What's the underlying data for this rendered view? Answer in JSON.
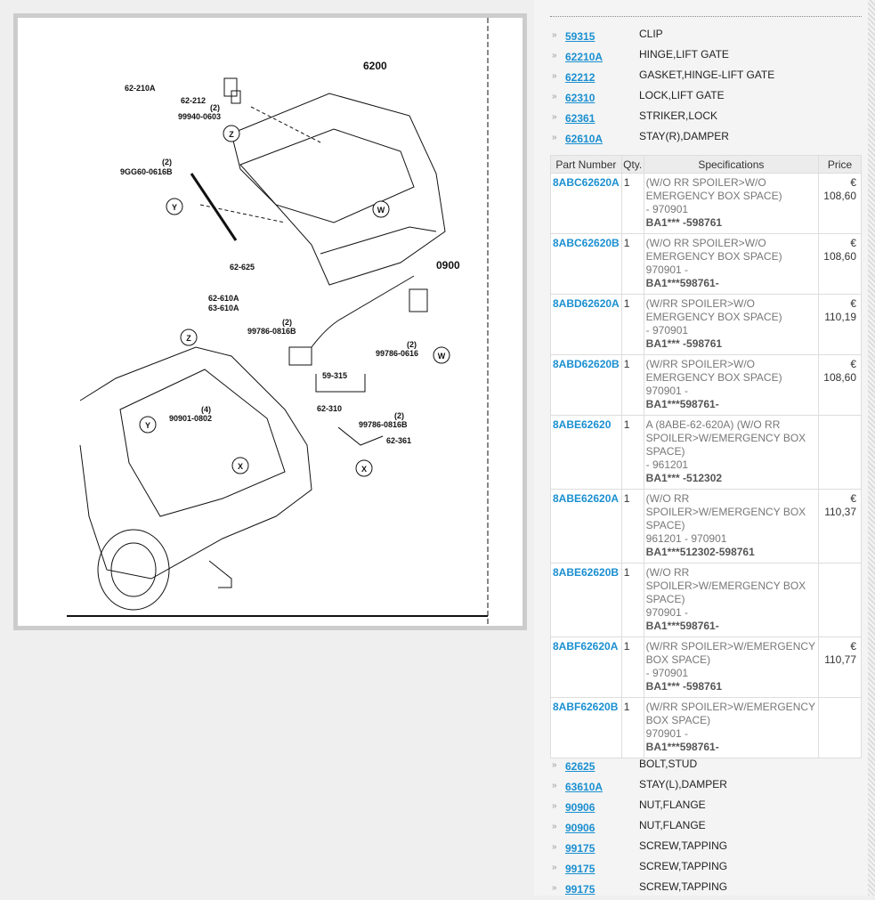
{
  "diagram": {
    "callouts": [
      "62-210A",
      "62-212",
      "99940-0603",
      "(2)",
      "6200",
      "9GG60-0616B",
      "(2)",
      "62-625",
      "62-610A",
      "63-610A",
      "0900",
      "99786-0816B",
      "(2)",
      "59-315",
      "62-310",
      "99786-0616",
      "(2)",
      "90901-0802",
      "(4)",
      "99786-0816B",
      "(2)",
      "62-361"
    ],
    "circles": [
      "Z",
      "Y",
      "W",
      "W",
      "Z",
      "Y",
      "X",
      "X"
    ]
  },
  "parts_top": [
    {
      "num": "59315",
      "desc": "CLIP"
    },
    {
      "num": "62210A",
      "desc": "HINGE,LIFT GATE"
    },
    {
      "num": "62212",
      "desc": "GASKET,HINGE-LIFT GATE"
    },
    {
      "num": "62310",
      "desc": "LOCK,LIFT GATE"
    },
    {
      "num": "62361",
      "desc": "STRIKER,LOCK"
    },
    {
      "num": "62610A",
      "desc": "STAY(R),DAMPER"
    }
  ],
  "table": {
    "headers": [
      "Part Number",
      "Qty.",
      "Specifications",
      "Price"
    ],
    "rows": [
      {
        "pn": "8ABC62620A",
        "qty": "1",
        "spec": "(W/O RR SPOILER>W/O EMERGENCY BOX SPACE)",
        "date": "- 970901",
        "serial": "BA1*** -598761",
        "cur": "€",
        "price": "108,60"
      },
      {
        "pn": "8ABC62620B",
        "qty": "1",
        "spec": "(W/O RR SPOILER>W/O EMERGENCY BOX SPACE)",
        "date": "970901 -",
        "serial": "BA1***598761-",
        "cur": "€",
        "price": "108,60"
      },
      {
        "pn": "8ABD62620A",
        "qty": "1",
        "spec": "(W/RR SPOILER>W/O EMERGENCY BOX SPACE)",
        "date": "- 970901",
        "serial": "BA1*** -598761",
        "cur": "€",
        "price": "110,19"
      },
      {
        "pn": "8ABD62620B",
        "qty": "1",
        "spec": "(W/RR SPOILER>W/O EMERGENCY BOX SPACE)",
        "date": "970901 -",
        "serial": "BA1***598761-",
        "cur": "€",
        "price": "108,60"
      },
      {
        "pn": "8ABE62620",
        "qty": "1",
        "spec": "A (8ABE-62-620A) (W/O RR SPOILER>W/EMERGENCY BOX SPACE)",
        "date": "- 961201",
        "serial": "BA1*** -512302",
        "cur": "",
        "price": ""
      },
      {
        "pn": "8ABE62620A",
        "qty": "1",
        "spec": "(W/O RR SPOILER>W/EMERGENCY BOX SPACE)",
        "date": "961201 - 970901",
        "serial": "BA1***512302-598761",
        "cur": "€",
        "price": "110,37"
      },
      {
        "pn": "8ABE62620B",
        "qty": "1",
        "spec": "(W/O RR SPOILER>W/EMERGENCY BOX SPACE)",
        "date": "970901 -",
        "serial": "BA1***598761-",
        "cur": "",
        "price": ""
      },
      {
        "pn": "8ABF62620A",
        "qty": "1",
        "spec": "(W/RR SPOILER>W/EMERGENCY BOX SPACE)",
        "date": "- 970901",
        "serial": "BA1*** -598761",
        "cur": "€",
        "price": "110,77"
      },
      {
        "pn": "8ABF62620B",
        "qty": "1",
        "spec": "(W/RR SPOILER>W/EMERGENCY BOX SPACE)",
        "date": "970901 -",
        "serial": "BA1***598761-",
        "cur": "",
        "price": ""
      }
    ]
  },
  "parts_bottom": [
    {
      "num": "62625",
      "desc": "BOLT,STUD"
    },
    {
      "num": "63610A",
      "desc": "STAY(L),DAMPER"
    },
    {
      "num": "90906",
      "desc": "NUT,FLANGE"
    },
    {
      "num": "90906",
      "desc": "NUT,FLANGE"
    },
    {
      "num": "99175",
      "desc": "SCREW,TAPPING"
    },
    {
      "num": "99175",
      "desc": "SCREW,TAPPING"
    },
    {
      "num": "99175",
      "desc": "SCREW,TAPPING"
    }
  ]
}
